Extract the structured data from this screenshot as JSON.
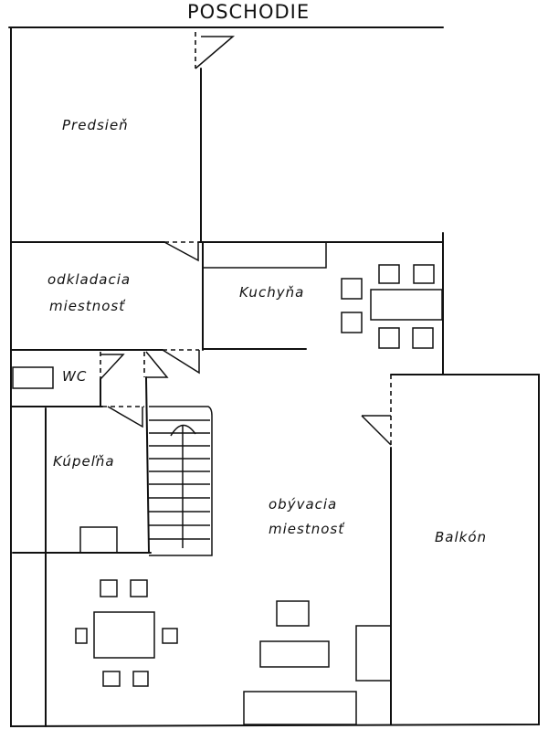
{
  "title": "POSCHODIE",
  "rooms": {
    "predsien": "Predsieň",
    "odkladacia_line1": "odkladacia",
    "odkladacia_line2": "miestnosť",
    "kuchyna": "Kuchyňa",
    "wc": "WC",
    "kupelna": "Kúpeľňa",
    "obyvacia_line1": "obývacia",
    "obyvacia_line2": "miestnosť",
    "balkon": "Balkón"
  }
}
